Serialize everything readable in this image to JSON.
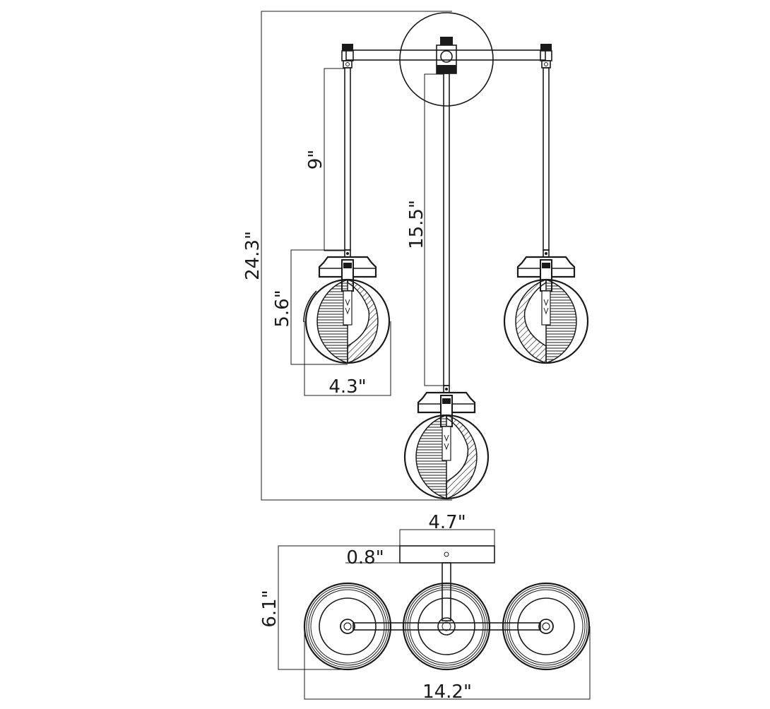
{
  "dimensions": {
    "overall_height": "24.3\"",
    "arm_drop": "9\"",
    "center_drop": "15.5\"",
    "globe_height": "5.6\"",
    "globe_diameter": "4.3\"",
    "canopy_width": "4.7\"",
    "canopy_depth": "0.8\"",
    "overall_depth": "6.1\"",
    "overall_width": "14.2\""
  },
  "views": [
    "front-elevation",
    "top-plan"
  ],
  "colors": {
    "line": "#1a1a1a",
    "background": "#ffffff"
  }
}
